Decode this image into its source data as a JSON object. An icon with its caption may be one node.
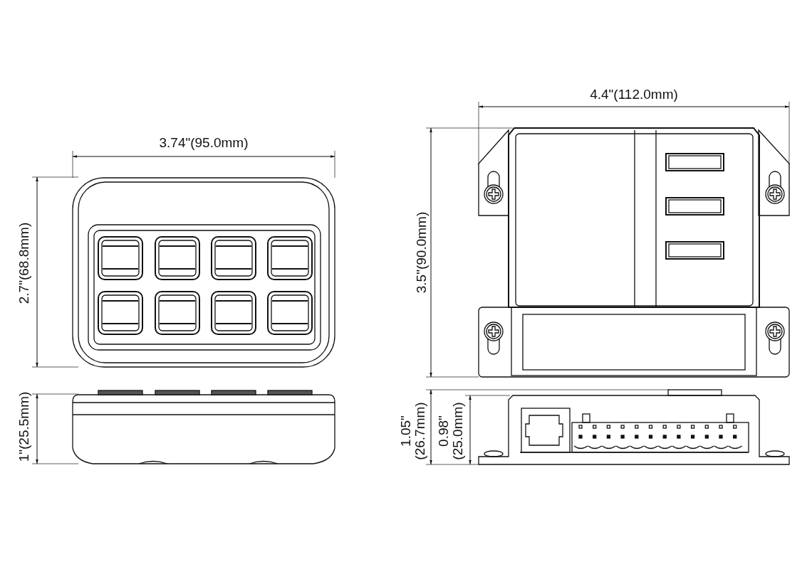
{
  "diagram": {
    "labels": [
      "4.4\"(112.0mm)",
      "3.74\"(95.0mm)",
      "2.7\"(68.8mm)",
      "3.5\"(90.0mm)",
      "1\"(25.5mm)",
      "1.05\" (26.7mm)",
      "0.98\" (25.0mm)"
    ]
  }
}
